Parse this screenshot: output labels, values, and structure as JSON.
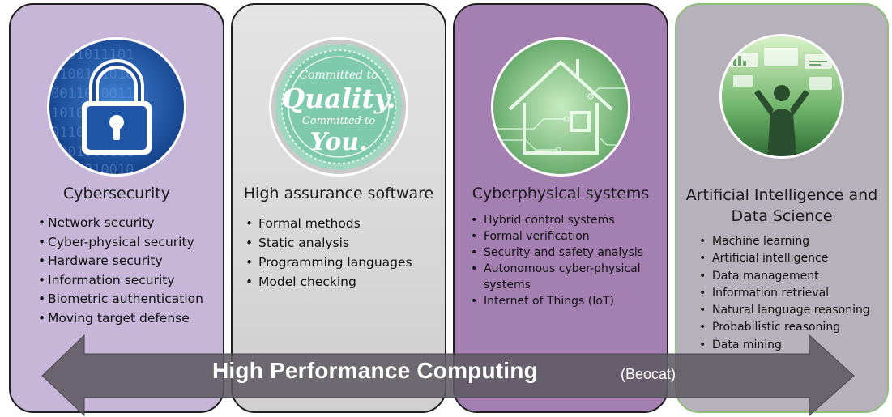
{
  "columns": [
    {
      "title": "Cybersecurity",
      "items": [
        "Network security",
        "Cyber-physical security",
        "Hardware security",
        "Information security",
        "Biometric authentication",
        "Moving target defense"
      ]
    },
    {
      "title": "High assurance software",
      "badge_text": [
        "Committed to",
        "Quality.",
        "Committed to",
        "You."
      ],
      "items": [
        "Formal methods",
        "Static analysis",
        "Programming languages",
        "Model checking"
      ]
    },
    {
      "title": "Cyberphysical systems",
      "items": [
        "Hybrid control systems",
        "Formal verification",
        "Security and safety analysis",
        "Autonomous cyber-physical systems",
        "Internet of Things (IoT)"
      ]
    },
    {
      "title_line1": "Artificial Intelligence and",
      "title_line2": "Data Science",
      "items": [
        "Machine learning",
        "Artificial intelligence",
        "Data management",
        "Information retrieval",
        "Natural language reasoning",
        "Probabilistic reasoning",
        "Data mining"
      ]
    }
  ],
  "banner": {
    "title": "High Performance Computing",
    "subtitle": "(Beocat)"
  },
  "icons": [
    "padlock-icon",
    "quality-seal-icon",
    "smart-house-icon",
    "data-scientist-icon",
    "double-arrow-icon"
  ],
  "colors": {
    "card1": "#c7b6d8",
    "card2": "#d9d9d9",
    "card3": "#a47fb2",
    "card4": "#b7b1bb",
    "arrow": "#5e5a63",
    "accent_blue": "#1d4f9a",
    "accent_teal": "#7fc9ad",
    "accent_green": "#4f9a55"
  }
}
